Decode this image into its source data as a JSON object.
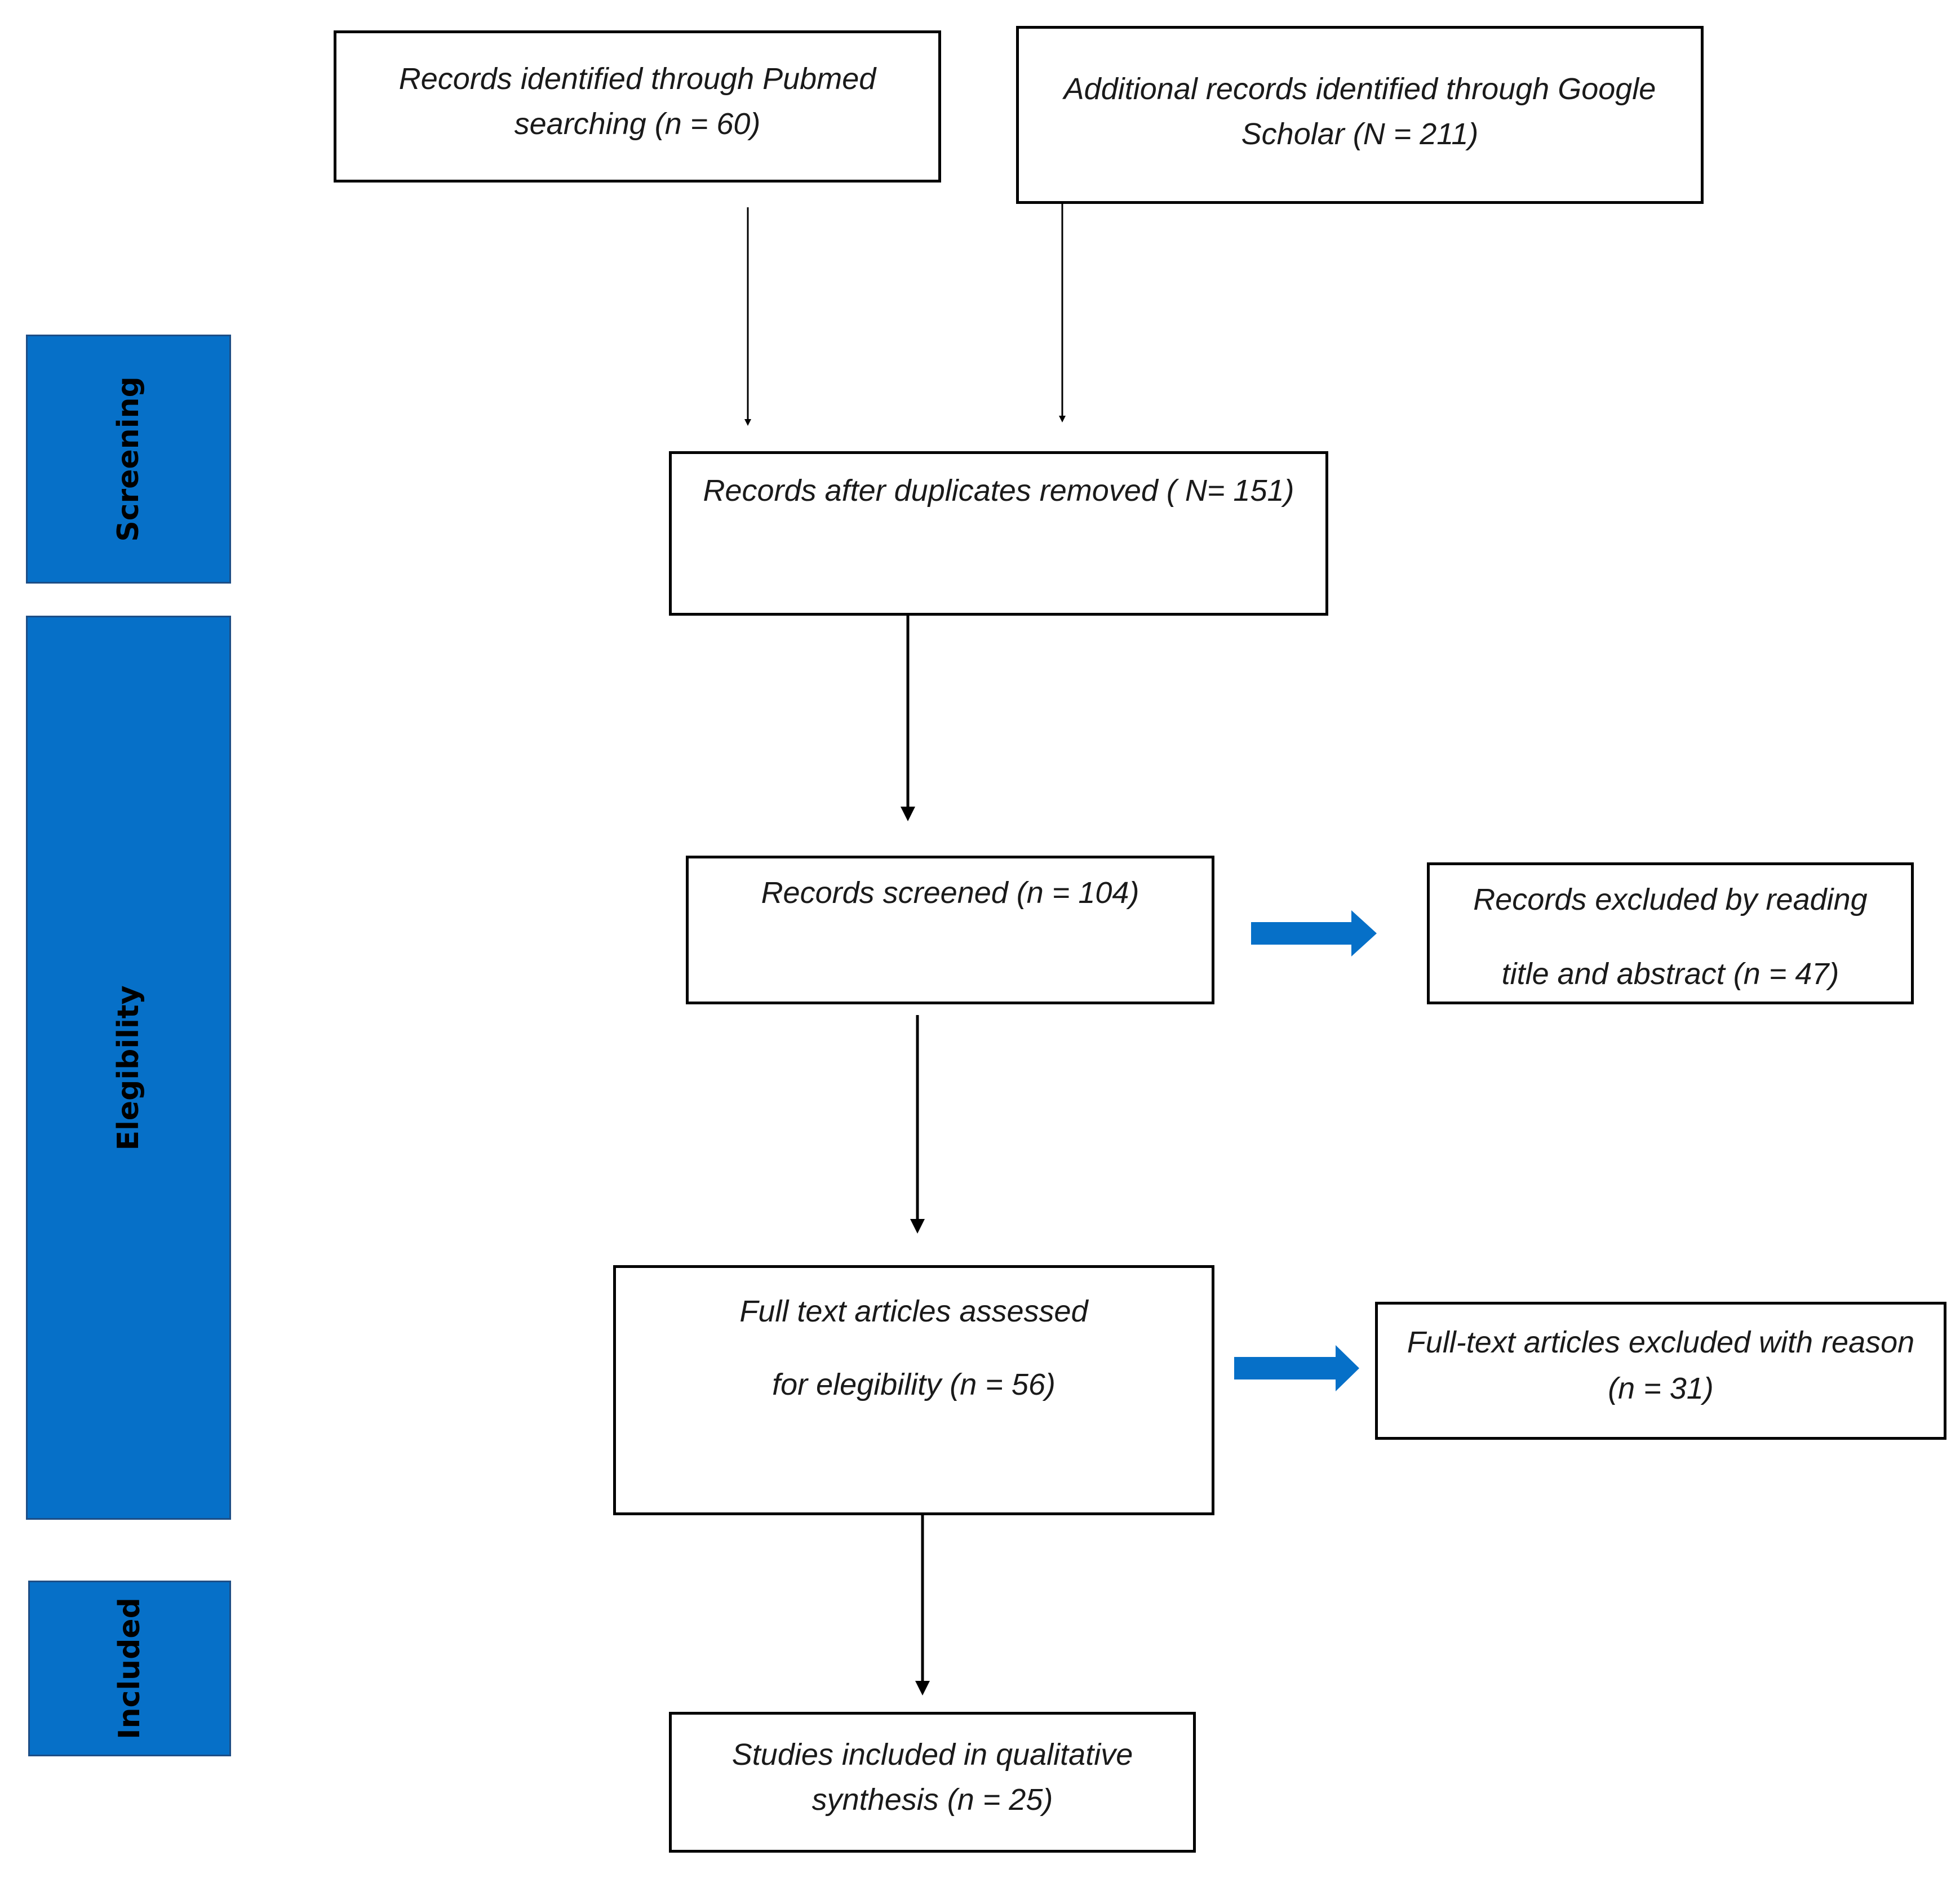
{
  "colors": {
    "stage_fill": "#0670c8",
    "stage_border": "#1d4e86",
    "exclusion_arrow": "#0670c8",
    "flow_arrow": "#000000"
  },
  "stages": {
    "screening": "Screening",
    "elegibility": "Elegibility",
    "included": "Included"
  },
  "boxes": {
    "pubmed": {
      "line1": "Records identified through Pubmed",
      "line2": "searching (n = 60)"
    },
    "google_scholar": {
      "line1": "Additional records  identified through Google",
      "line2": "Scholar (N = 211)"
    },
    "duplicates_removed": {
      "line1": "Records after duplicates removed ( N= 151)"
    },
    "screened": {
      "line1": "Records screened (n = 104)"
    },
    "excluded_title_abstract": {
      "line1": "Records excluded by reading",
      "line2": "title and abstract  (n = 47)"
    },
    "full_text_assessed": {
      "line1": "Full text articles assessed",
      "line2": "for elegibility  (n = 56)"
    },
    "full_text_excluded": {
      "line1": "Full-text articles excluded with reason",
      "line2": "(n = 31)"
    },
    "included_studies": {
      "line1": "Studies included in qualitative",
      "line2": "synthesis  (n = 25)"
    }
  }
}
